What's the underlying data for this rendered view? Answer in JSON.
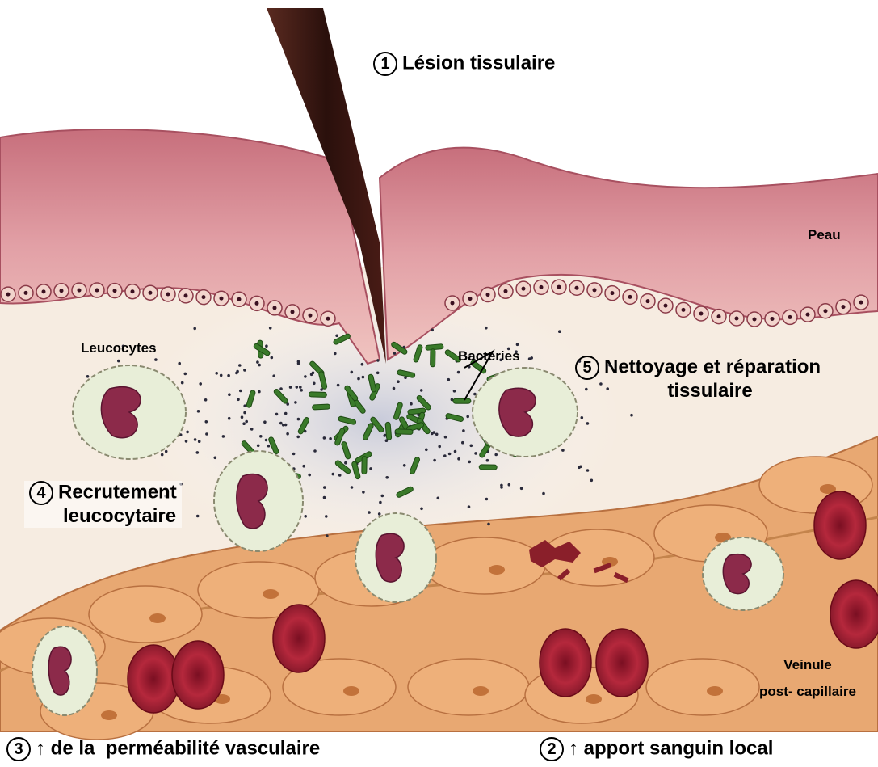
{
  "labels": {
    "lesion": {
      "number": "1",
      "text": "Lésion tissulaire"
    },
    "apport": {
      "number": "2",
      "text": "↑ apport sanguin local"
    },
    "permeabilite": {
      "number": "3",
      "text": "↑ de la  perméabilité vasculaire"
    },
    "recrutement": {
      "number": "4",
      "line1": "Recrutement",
      "line2": "leucocytaire"
    },
    "nettoyage": {
      "number": "5",
      "line1": "Nettoyage et réparation",
      "line2": "tissulaire"
    },
    "peau": "Peau",
    "leucocytes": "Leucocytes",
    "bacteries": "Bactéries",
    "veinule": {
      "line1": "Veinule",
      "line2": "post- capillaire"
    }
  },
  "colors": {
    "skin": "#d98a93",
    "skin_dark": "#b8606c",
    "tissue": "#f4e8dd",
    "vessel_cell": "#e8a872",
    "red_cell": "#b5283c",
    "leucocyte_body": "#e6ecd8",
    "nucleus": "#8c2a4a",
    "bacteria": "#3a7a2a",
    "object": "#3a1a14"
  }
}
